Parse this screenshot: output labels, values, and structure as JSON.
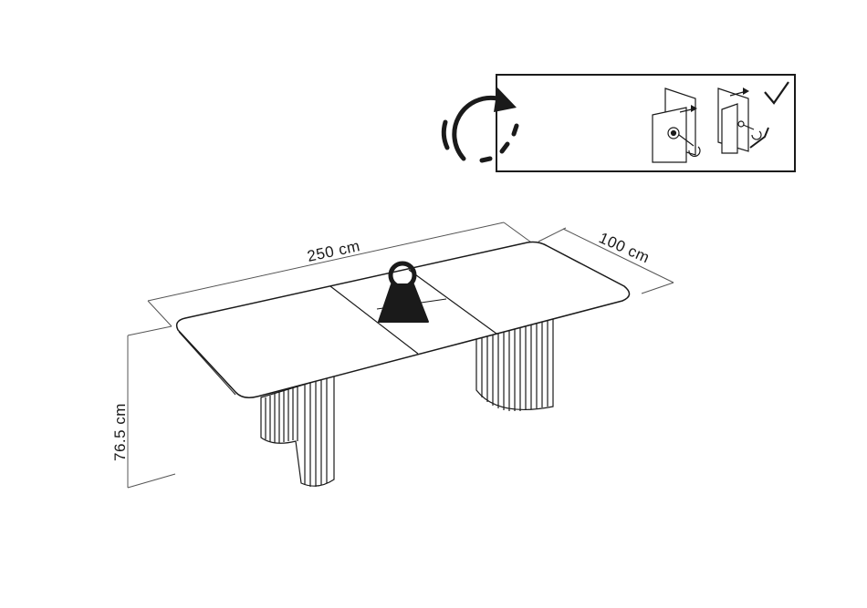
{
  "dimensions": {
    "length": "250 cm",
    "width": "100 cm",
    "height": "76.5 cm"
  },
  "icons": {
    "rotate": "rotate-arrow-icon",
    "weight": "weight-icon",
    "check": "check-mark-icon",
    "wrench": "allen-key-icon"
  },
  "colors": {
    "line": "#1a1a1a",
    "dim_line": "#555555",
    "weight_fill": "#1a1a1a",
    "background": "#ffffff"
  }
}
